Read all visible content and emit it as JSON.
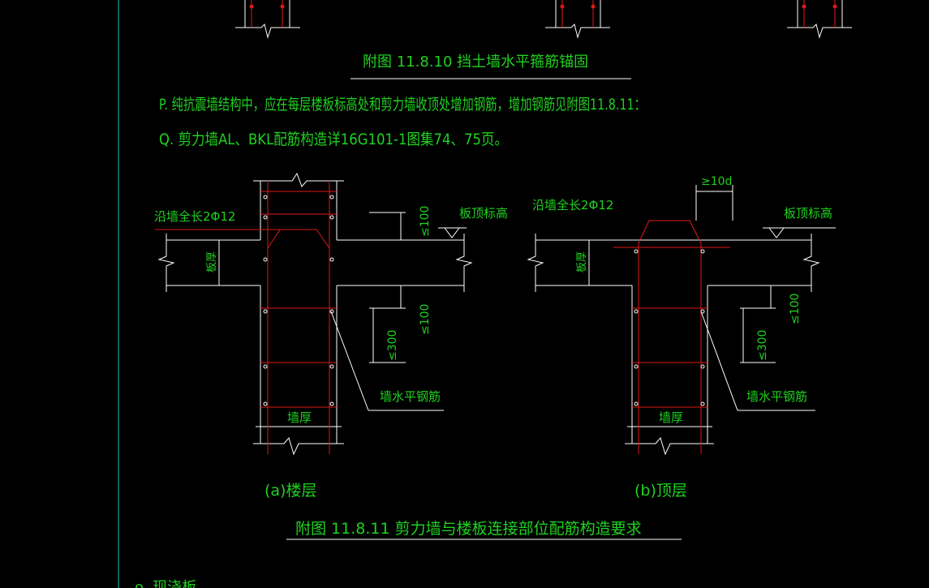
{
  "colors": {
    "background": "#000000",
    "text": "#1fd21f",
    "line": "#ffffff",
    "rebar": "#e01818",
    "frame": "#00c8c8"
  },
  "fig_top": {
    "caption": "附图 11.8.10    挡土墙水平箍筋锚固"
  },
  "notes": {
    "p": "P. 纯抗震墙结构中，应在每层楼板标高处和剪力墙收顶处增加钢筋，增加钢筋见附图11.8.11：",
    "q": "Q. 剪力墙AL、BKL配筋构造详16G101-1图集74、75页。"
  },
  "detail_a": {
    "rebar_note": "沿墙全长2Φ12",
    "slab_top_label": "板顶标高",
    "dim_top": "≤100",
    "slab_thickness": "板厚",
    "dim_300": "≤300",
    "dim_100": "≤100",
    "horizontal_bar_note": "墙水平钢筋",
    "wall_thickness": "墙厚",
    "caption": "(a)楼层"
  },
  "detail_b": {
    "rebar_note": "沿墙全长2Φ12",
    "anchor_dim": "≥10d",
    "slab_top_label": "板顶标高",
    "slab_thickness": "板厚",
    "dim_300": "≤300",
    "dim_100": "≤100",
    "horizontal_bar_note": "墙水平钢筋",
    "wall_thickness": "墙厚",
    "caption": "(b)顶层"
  },
  "fig_bottom": {
    "caption": "附图 11.8.11    剪力墙与楼板连接部位配筋构造要求"
  },
  "next_item": {
    "label": "o. 现浇板"
  }
}
